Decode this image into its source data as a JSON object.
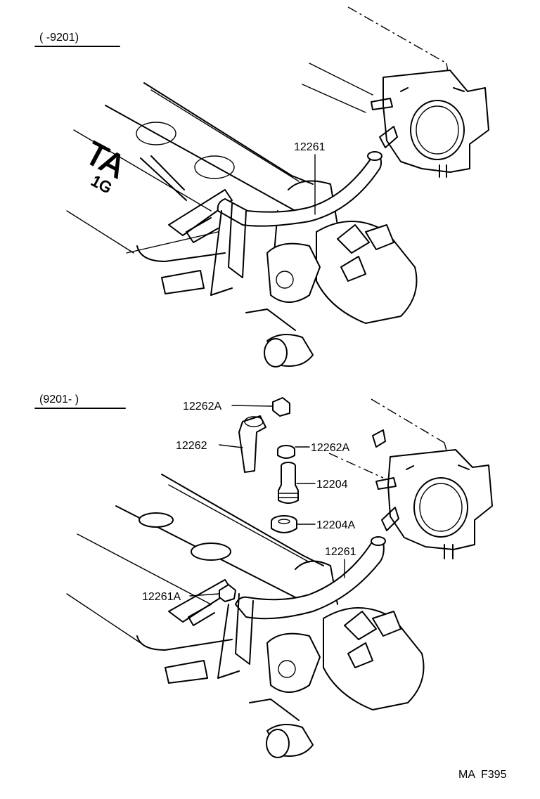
{
  "sections": [
    {
      "range_label": "(      -9201)"
    },
    {
      "range_label": "(9201-      )"
    }
  ],
  "parts": {
    "top_hose": "12261",
    "clamp_top": "12262A",
    "hose_short": "12262",
    "clamp_mid": "12262A",
    "valve": "12204",
    "grommet": "12204A",
    "hose_long": "12261",
    "clamp_hose": "12261A"
  },
  "engine_marking": {
    "line1": "TA",
    "line2": "1G"
  },
  "figure_code": "MA  F395"
}
